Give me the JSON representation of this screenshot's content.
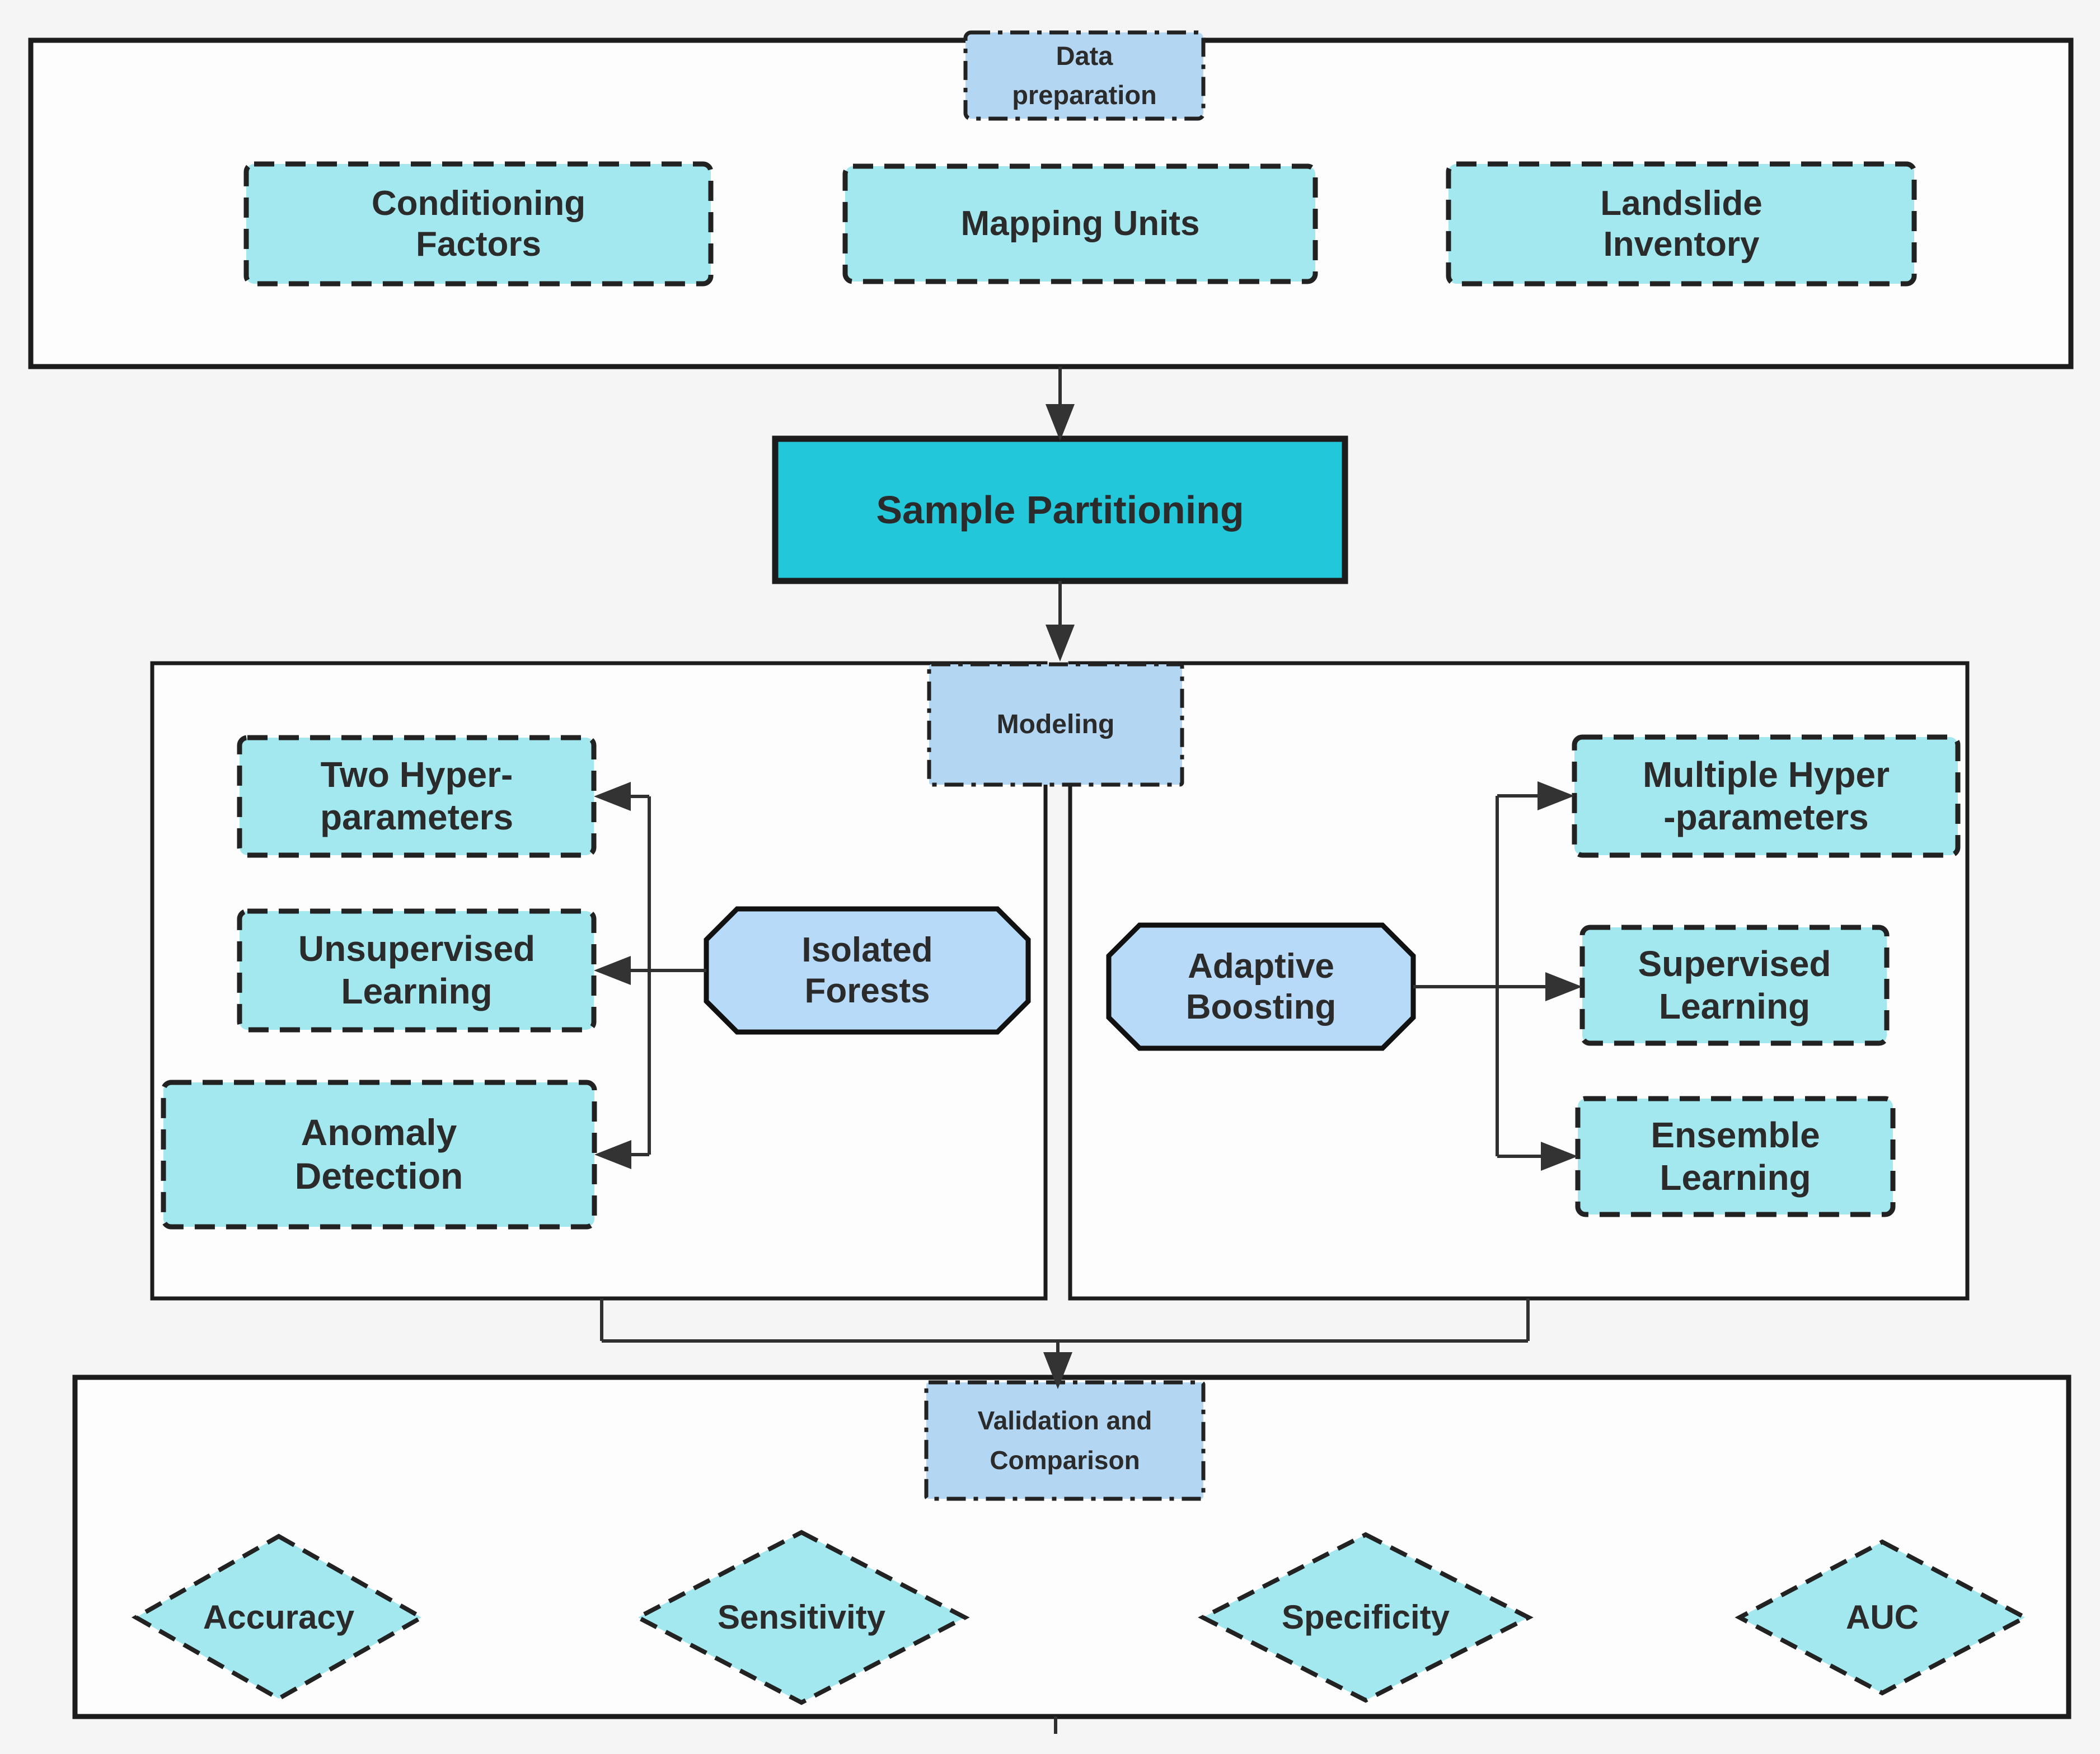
{
  "figure": {
    "type": "flowchart",
    "description": "Landslide susceptibility modeling workflow flowchart"
  },
  "nodes": {
    "data_prep_label": {
      "lines": [
        "Data",
        "preparation"
      ]
    },
    "conditioning": {
      "lines": [
        "Conditioning",
        "Factors"
      ]
    },
    "mapping": {
      "lines": [
        "Mapping Units"
      ]
    },
    "landslide": {
      "lines": [
        "Landslide",
        "Inventory"
      ]
    },
    "sample_partitioning": {
      "lines": [
        "Sample Partitioning"
      ]
    },
    "modeling_label": {
      "lines": [
        "Modeling"
      ]
    },
    "two_hyper": {
      "lines": [
        "Two Hyper-",
        "parameters"
      ]
    },
    "unsupervised": {
      "lines": [
        "Unsupervised",
        "Learning"
      ]
    },
    "anomaly": {
      "lines": [
        "Anomaly",
        "Detection"
      ]
    },
    "isolated_forests": {
      "lines": [
        "Isolated",
        "Forests"
      ]
    },
    "adaptive_boosting": {
      "lines": [
        "Adaptive",
        "Boosting"
      ]
    },
    "multiple_hyper": {
      "lines": [
        "Multiple Hyper",
        "-parameters"
      ]
    },
    "supervised": {
      "lines": [
        "Supervised",
        "Learning"
      ]
    },
    "ensemble": {
      "lines": [
        "Ensemble",
        "Learning"
      ]
    },
    "validation_label": {
      "lines": [
        "Validation and",
        "Comparison"
      ]
    },
    "accuracy": {
      "lines": [
        "Accuracy"
      ]
    },
    "sensitivity": {
      "lines": [
        "Sensitivity"
      ]
    },
    "specificity": {
      "lines": [
        "Specificity"
      ]
    },
    "auc": {
      "lines": [
        "AUC"
      ]
    }
  },
  "colors": {
    "node_fill_cyan": "#a2e8ee",
    "node_fill_bright_cyan": "#23c7da",
    "label_fill_blue": "#b3d7f2",
    "octagon_fill_blue": "#b6daf7",
    "border_dark": "#1c1c1c",
    "text_dark": "#2b2b2b",
    "container_fill": "#fdfdfd",
    "page_background": "#f5f5f6"
  }
}
